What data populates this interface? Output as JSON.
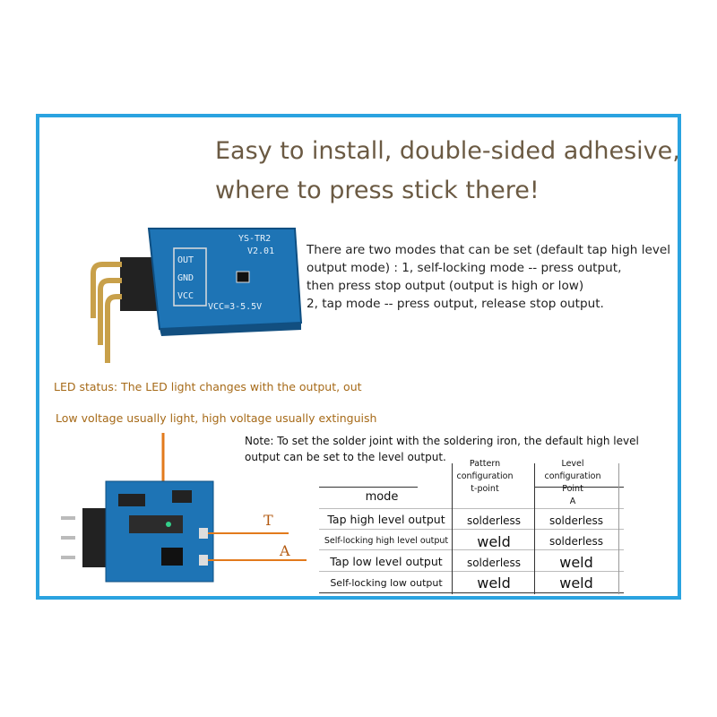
{
  "headline": {
    "line1": "Easy to install, double-sided adhesive,",
    "line2": "where to press stick there!"
  },
  "modes_text": "There are two modes that can be set (default tap high level\n output mode) : 1, self-locking mode -- press output,\nthen press stop output (output is high or low)\n2, tap mode -- press output, release stop output.",
  "led_status": "LED status: The LED light changes with the output, out",
  "voltage_note": "Low voltage usually light, high voltage usually extinguish",
  "solder_note": "Note: To set the solder joint with the soldering iron, the default high level output can be set to the level output.",
  "board_top": {
    "model": "YS-TR2",
    "version": "V2.01",
    "pins": [
      "OUT",
      "GND",
      "VCC"
    ],
    "voltage": "VCC=3-5.5V"
  },
  "pad_labels": {
    "t": "T",
    "a": "A"
  },
  "table": {
    "headers": {
      "mode": "mode",
      "pattern_line1": "Pattern",
      "pattern_line2": "configuration",
      "pattern_line3": "t-point",
      "level_line1": "Level",
      "level_line2": "configuration",
      "level_line3": "Point",
      "level_line4": "A"
    },
    "rows": [
      {
        "mode": "Tap high level output",
        "pattern": "solderless",
        "level": "solderless"
      },
      {
        "mode": "Self-locking high level output",
        "pattern": "weld",
        "level": "solderless"
      },
      {
        "mode": "Tap low level output",
        "pattern": "solderless",
        "level": "weld"
      },
      {
        "mode": "Self-locking low output",
        "pattern": "weld",
        "level": "weld"
      }
    ]
  },
  "colors": {
    "frame": "#2aa3e0",
    "headline": "#6b5a43",
    "annotation": "#a66a18",
    "board": "#1e74b5",
    "wire": "#e27a1c"
  }
}
